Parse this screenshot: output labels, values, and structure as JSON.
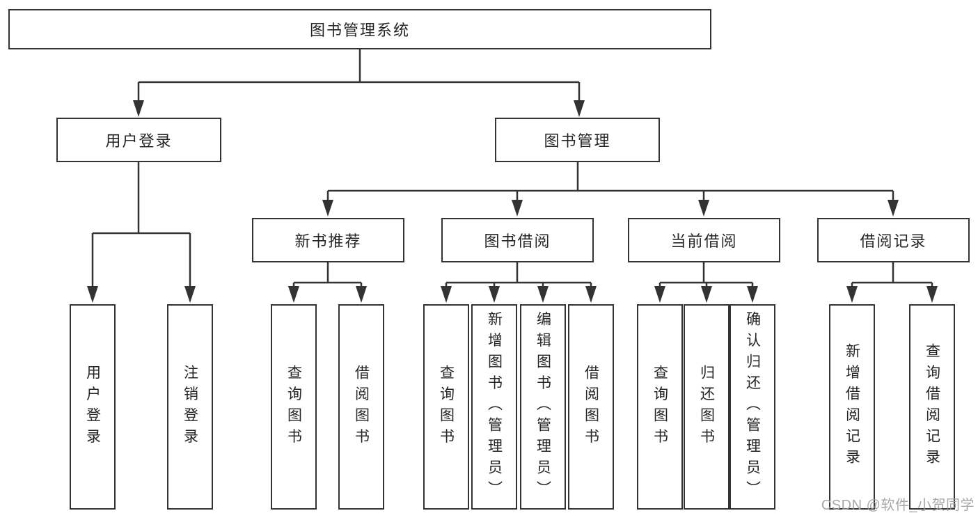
{
  "diagram": {
    "root": {
      "label": "图书管理系统"
    },
    "level2": {
      "user_login": {
        "label": "用户登录"
      },
      "book_management": {
        "label": "图书管理"
      }
    },
    "level3": {
      "new_book_recommend": {
        "label": "新书推荐"
      },
      "book_borrow": {
        "label": "图书借阅"
      },
      "current_borrow": {
        "label": "当前借阅"
      },
      "borrow_record": {
        "label": "借阅记录"
      }
    },
    "leaves": {
      "user_login": [
        "用户登录",
        "注销登录"
      ],
      "new_book_recommend": [
        "查询图书",
        "借阅图书"
      ],
      "book_borrow": [
        "查询图书",
        "新增图书（管理员）",
        "编辑图书（管理员）",
        "借阅图书"
      ],
      "current_borrow": [
        "查询图书",
        "归还图书",
        "确认归还（管理员）"
      ],
      "borrow_record": [
        "新增借阅记录",
        "查询借阅记录"
      ]
    }
  },
  "watermark": {
    "text": "CSDN @软件_小贺同学"
  },
  "colors": {
    "line": "#333333",
    "text": "#252525",
    "watermark": "#9e9e9e",
    "background": "#ffffff"
  }
}
